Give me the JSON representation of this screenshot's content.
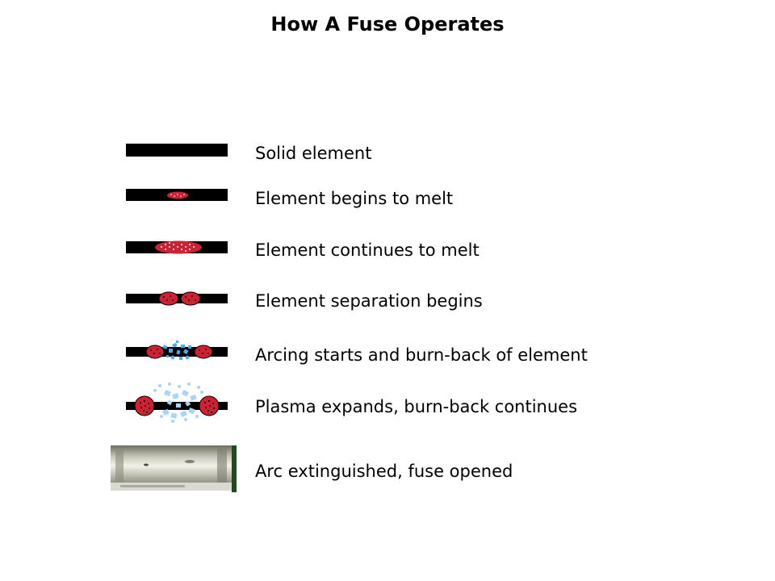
{
  "title": "How A Fuse Operates",
  "stages": [
    {
      "label": "Solid element"
    },
    {
      "label": "Element begins to melt"
    },
    {
      "label": "Element continues to melt"
    },
    {
      "label": "Element separation begins"
    },
    {
      "label": "Arcing starts and burn-back of element"
    },
    {
      "label": "Plasma expands, burn-back continues"
    },
    {
      "label": "Arc extinguished, fuse opened"
    }
  ],
  "colors": {
    "element": "#000000",
    "melt": "#cc2233",
    "arc": "#4aa8ee",
    "plasma": "#a8d4f6"
  }
}
